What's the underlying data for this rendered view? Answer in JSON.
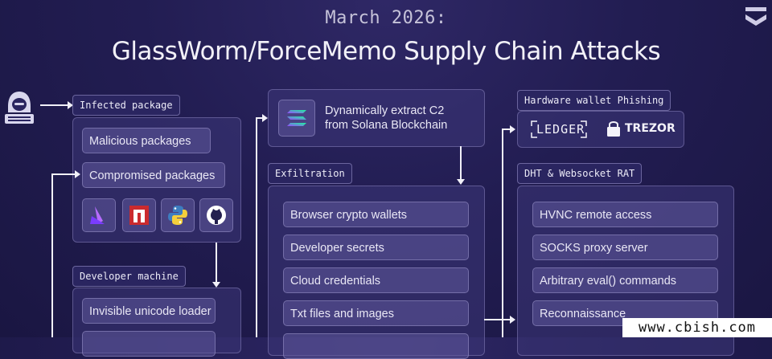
{
  "header": {
    "subtitle": "March 2026:",
    "title": "GlassWorm/ForceMemo Supply Chain Attacks"
  },
  "infected_package": {
    "label": "Infected package",
    "items": [
      "Malicious packages",
      "Compromised packages"
    ],
    "icons": [
      "arweave-icon",
      "npm-icon",
      "python-icon",
      "github-icon"
    ]
  },
  "developer_machine": {
    "label": "Developer machine",
    "items": [
      "Invisible unicode loader"
    ]
  },
  "c2": {
    "text_line1": "Dynamically extract C2",
    "text_line2": "from Solana Blockchain"
  },
  "exfiltration": {
    "label": "Exfiltration",
    "items": [
      "Browser crypto wallets",
      "Developer secrets",
      "Cloud credentials",
      "Txt files and images"
    ]
  },
  "hardware_wallet": {
    "label": "Hardware wallet Phishing",
    "brands": [
      "LEDGER",
      "TREZOR"
    ]
  },
  "rat": {
    "label": "DHT & Websocket RAT",
    "items": [
      "HVNC remote access",
      "SOCKS proxy server",
      "Arbitrary eval() commands",
      "Reconnaissance"
    ]
  },
  "watermark": "www.cbish.com"
}
